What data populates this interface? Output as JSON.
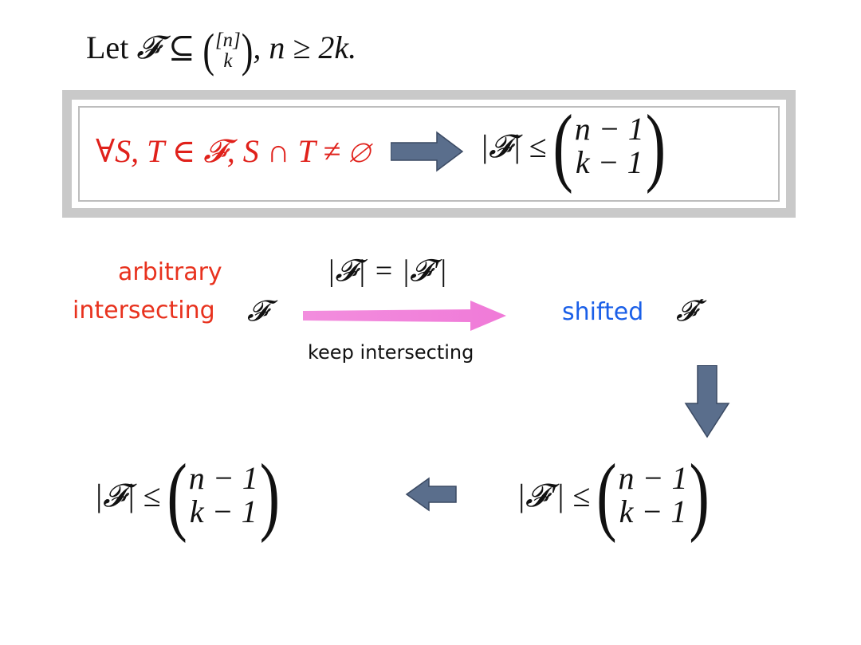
{
  "title": {
    "let": "Let",
    "F": "𝓕",
    "subseteq": "⊆",
    "binom_top": "[n]",
    "binom_bottom": "k",
    "rest": ", n ≥ 2k."
  },
  "theorem_box": {
    "hypothesis": "∀S, T ∈ 𝓕, S ∩ T ≠ ∅",
    "conclusion_lhs": "|𝓕| ≤",
    "binom_top": "n − 1",
    "binom_bottom": "k − 1",
    "border_color": "#c9c9c9",
    "hypothesis_color": "#e0211b"
  },
  "flow": {
    "left_label_line1": "arbitrary",
    "left_label_line2": "intersecting",
    "left_symbol": "𝓕",
    "arrow_above": "|𝓕| = |𝓕′|",
    "arrow_below": "keep intersecting",
    "right_label": "shifted",
    "right_symbol": "𝓕′",
    "left_label_color": "#e8321e",
    "right_label_color": "#1a5fe8",
    "arrow_color": "#f07ad8"
  },
  "bottom": {
    "right_lhs": "|𝓕′| ≤",
    "right_binom_top": "n − 1",
    "right_binom_bottom": "k − 1",
    "left_lhs": "|𝓕| ≤",
    "left_binom_top": "n − 1",
    "left_binom_bottom": "k − 1",
    "arrow_color": "#5a6e8c"
  }
}
